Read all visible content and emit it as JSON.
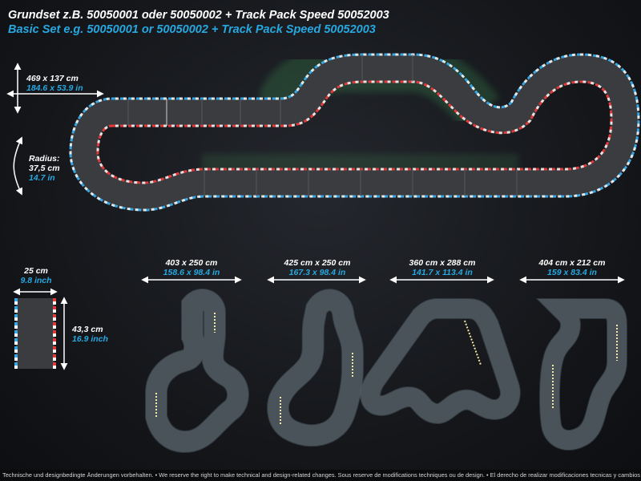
{
  "header": {
    "title_de": "Grundset z.B. 50050001 oder 50050002 + Track Pack Speed 50052003",
    "title_en": "Basic Set e.g. 50050001 or 50050002 + Track Pack Speed 50052003"
  },
  "main_track": {
    "size_cm": "469 x 137 cm",
    "size_in": "184.6 x 53.9 in",
    "radius_label": "Radius:",
    "radius_cm": "37,5 cm",
    "radius_in": "14.7 in"
  },
  "straight_piece": {
    "width_cm": "25 cm",
    "width_in": "9.8 inch",
    "length_cm": "43,3 cm",
    "length_in": "16.9 inch"
  },
  "layouts": [
    {
      "size_cm": "403 x 250 cm",
      "size_in": "158.6 x 98.4 in"
    },
    {
      "size_cm": "425 cm x 250 cm",
      "size_in": "167.3 x 98.4 in"
    },
    {
      "size_cm": "360 cm x 288 cm",
      "size_in": "141.7 x 113.4 in"
    },
    {
      "size_cm": "404 cm x 212 cm",
      "size_in": "159 x 83.4 in"
    }
  ],
  "footer": {
    "disclaimer": "Technische und designbedingte Änderungen vorbehalten. • We reserve the right to make technical and design-related changes. Sous reserve de modifications techniques ou de design. • El derecho de realizar modificaciones tecnicas y cambios esta reservado."
  },
  "colors": {
    "track_surface": "#3a3c40",
    "kerb_blue": "#3aa6e0",
    "kerb_red": "#e03a3a",
    "kerb_white": "#ffffff",
    "accent_blue": "#27a8e0",
    "glow_green": "#4fd16a"
  }
}
